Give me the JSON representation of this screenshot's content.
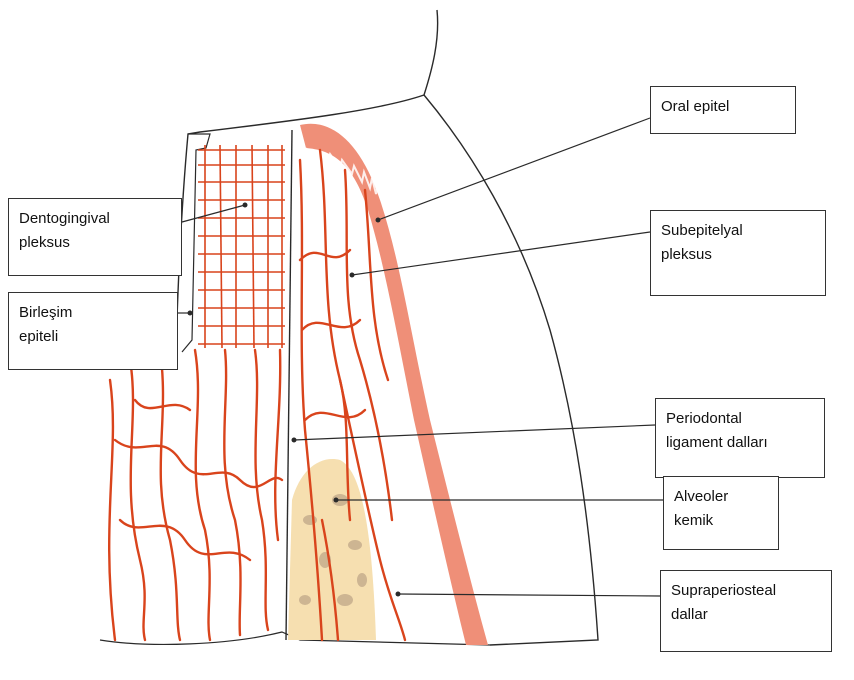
{
  "labels": {
    "oral_epitel": {
      "line1": "Oral epitel"
    },
    "subepitelyal": {
      "line1": "Subepitelyal",
      "line2": "pleksus"
    },
    "dentogingival": {
      "line1": "Dentogingival",
      "line2": "pleksus"
    },
    "birlesim": {
      "line1": "Birleşim",
      "line2": "epiteli"
    },
    "periodontal": {
      "line1": "Periodontal",
      "line2": "ligament dalları"
    },
    "alveoler": {
      "line1": "Alveoler",
      "line2": "kemik"
    },
    "supraperiosteal": {
      "line1": "Supraperiosteal",
      "line2": "dallar"
    }
  },
  "colors": {
    "vessel": "#d9441c",
    "epithelium": "#ef8f78",
    "bone": "#f6dfb0",
    "bone_spot": "#cdb592",
    "outline": "#2a2a2a"
  }
}
